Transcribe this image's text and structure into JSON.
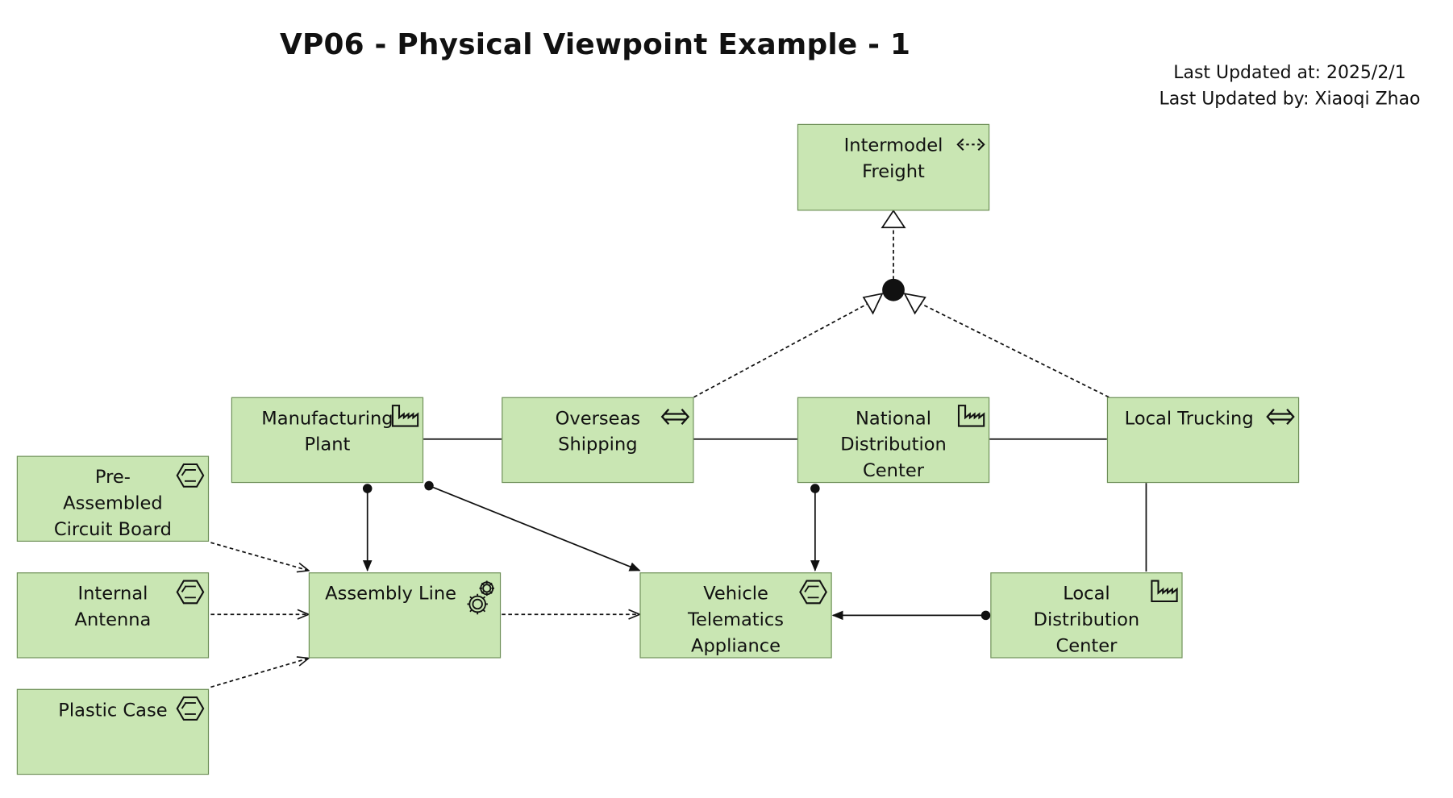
{
  "title": "VP06 - Physical Viewpoint Example - 1",
  "meta": {
    "updated_at": "Last Updated at: 2025/2/1",
    "updated_by": "Last Updated by: Xiaoqi Zhao"
  },
  "colors": {
    "node_fill": "#c9e6b3",
    "node_border": "#6e8f58",
    "line": "#111111"
  },
  "nodes": {
    "intermodel_freight": {
      "label": "Intermodel\nFreight",
      "icon": "path-icon"
    },
    "manufacturing_plant": {
      "label": "Manufacturing\nPlant",
      "icon": "facility-icon"
    },
    "overseas_shipping": {
      "label": "Overseas\nShipping",
      "icon": "distribution-network-icon"
    },
    "national_dc": {
      "label": "National\nDistribution\nCenter",
      "icon": "facility-icon"
    },
    "local_trucking": {
      "label": "Local Trucking",
      "icon": "distribution-network-icon"
    },
    "pre_assembled": {
      "label": "Pre-\nAssembled\nCircuit Board",
      "icon": "material-icon"
    },
    "internal_antenna": {
      "label": "Internal\nAntenna",
      "icon": "material-icon"
    },
    "plastic_case": {
      "label": "Plastic Case",
      "icon": "material-icon"
    },
    "assembly_line": {
      "label": "Assembly Line",
      "icon": "equipment-icon"
    },
    "vehicle_telematics": {
      "label": "Vehicle\nTelematics\nAppliance",
      "icon": "material-icon"
    },
    "local_dc": {
      "label": "Local\nDistribution\nCenter",
      "icon": "facility-icon"
    }
  }
}
